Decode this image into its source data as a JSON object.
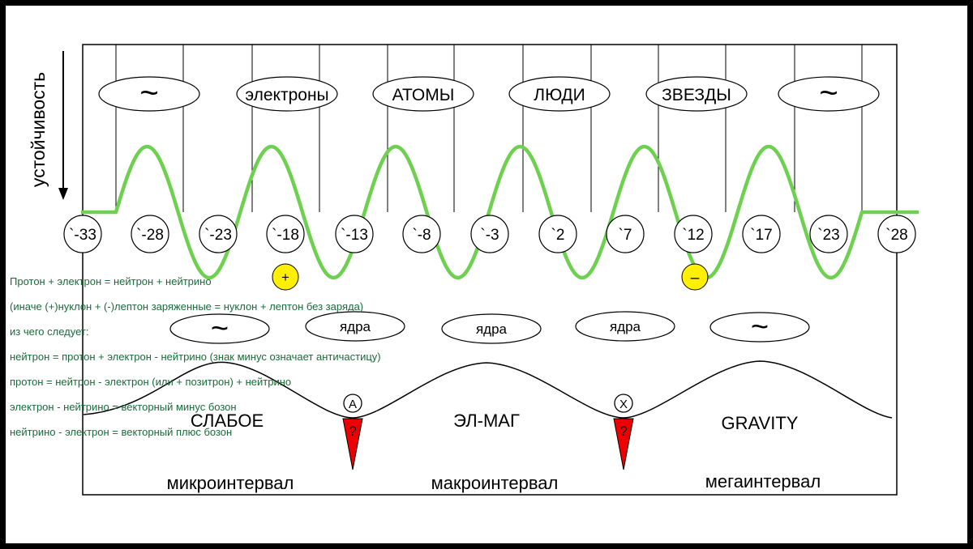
{
  "axis_label": "устойчивость",
  "top_labels": [
    "~",
    "электроны",
    "АТОМЫ",
    "ЛЮДИ",
    "ЗВЕЗДЫ",
    "~"
  ],
  "scale_ticks": [
    "`-33",
    "`-28",
    "`-23",
    "`-18",
    "`-13",
    "`-8",
    "`-3",
    "`2",
    "`7",
    "`12",
    "`17",
    "`23",
    "`28"
  ],
  "charge_signs": {
    "plus": "+",
    "minus": "–"
  },
  "lower_labels": [
    "~",
    "ядра",
    "ядра",
    "ядра",
    "~"
  ],
  "notes": [
    "Протон + электрон = нейтрон + нейтрино",
    "(иначе (+)нуклон + (-)лептон заряженные = нуклон + лептон без заряда)",
    "из чего следует:",
    "нейтрон = протон + электрон - нейтрино (знак минус означает античастицу)",
    "протон = нейтрон - электрон (или + позитрон) + нейтрино",
    "электрон - нейтрино = векторный минус бозон",
    "нейтрино - электрон = векторный плюс бозон"
  ],
  "boundary_marks": [
    "A",
    "X"
  ],
  "question_mark": "?",
  "forces": [
    "СЛАБОЕ",
    "ЭЛ-МАГ",
    "GRAVITY"
  ],
  "intervals": [
    "микроинтервал",
    "макроинтервал",
    "мегаинтервал"
  ],
  "colors": {
    "wave": "#6ed04f",
    "sign_fill": "#ffef00",
    "spike": "#ee0000",
    "notes": "#1a6b3a",
    "frame": "#000000"
  }
}
